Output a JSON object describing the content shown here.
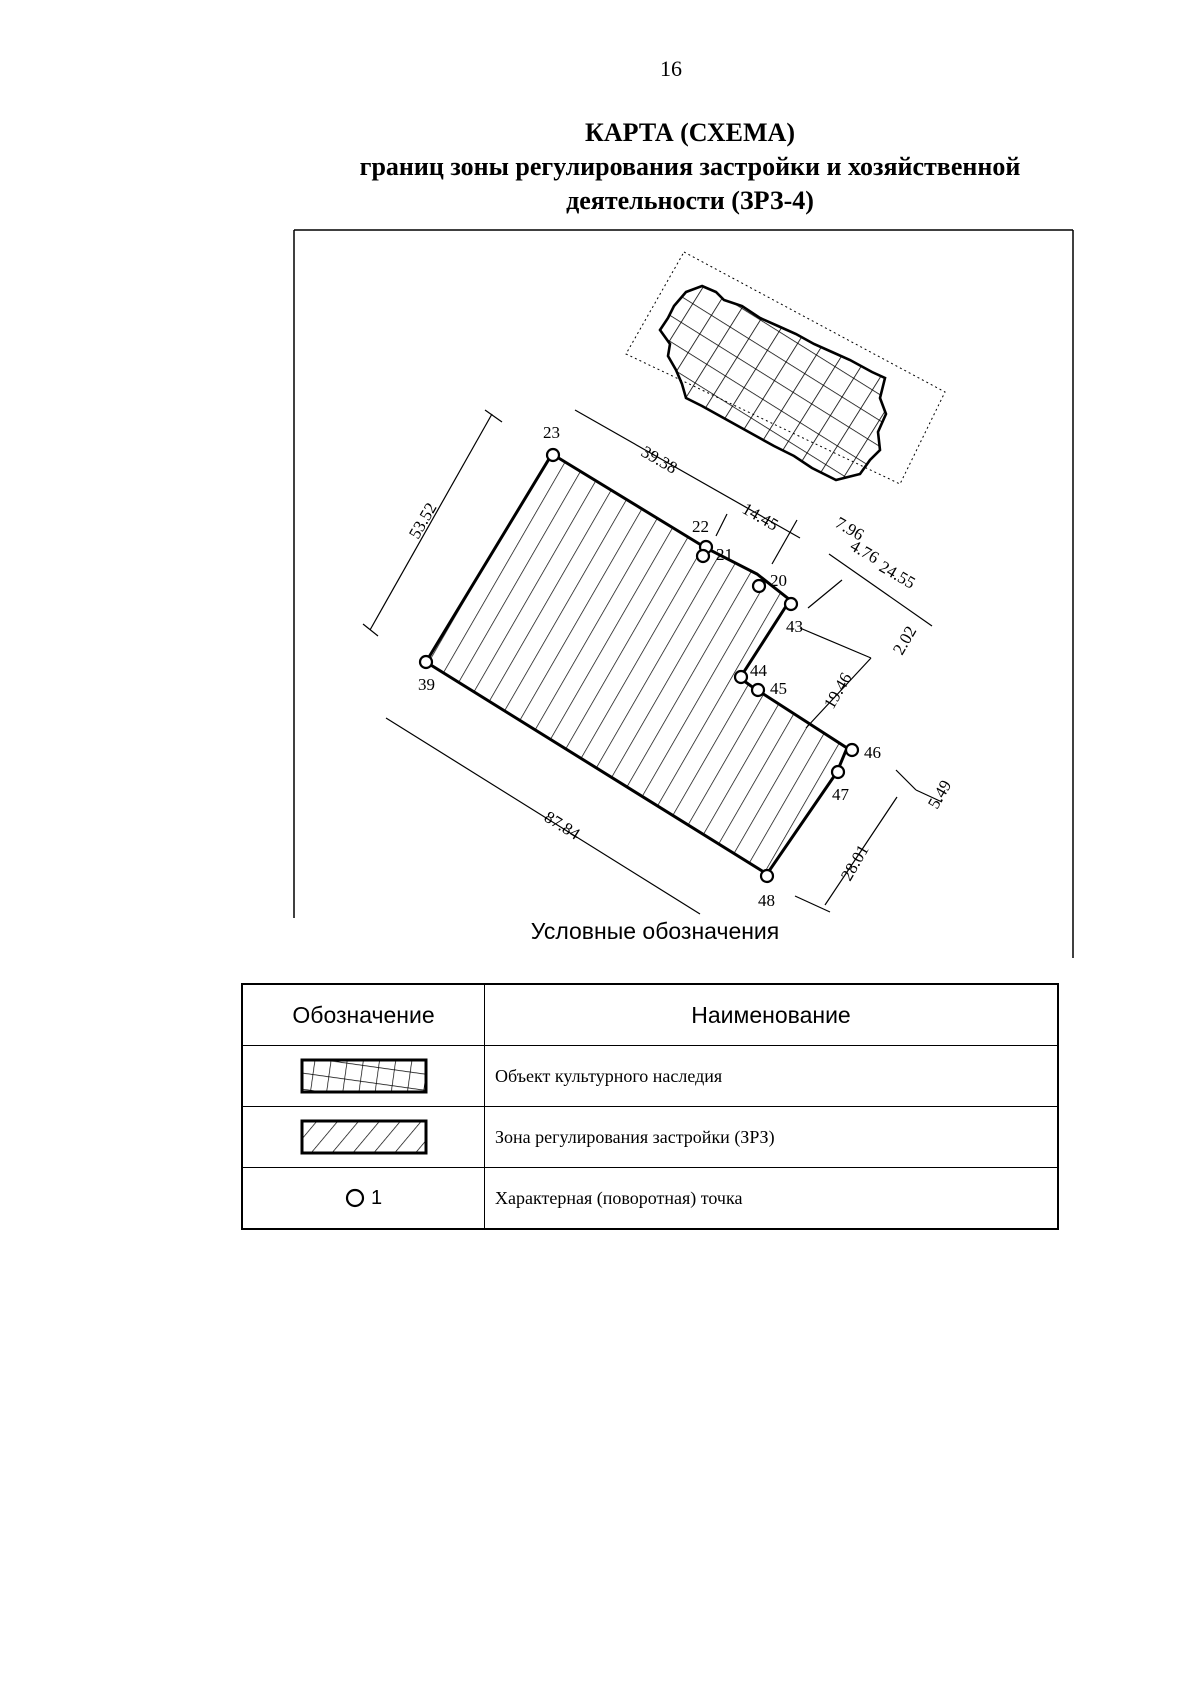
{
  "page_number": "16",
  "title": {
    "line1": "КАРТА (СХЕМА)",
    "line2": "границ зоны регулирования застройки и хозяйственной",
    "line3": "деятельности (ЗРЗ-4)"
  },
  "map": {
    "points": [
      "23",
      "22",
      "21",
      "20",
      "43",
      "44",
      "45",
      "46",
      "47",
      "48",
      "39"
    ],
    "dimensions": [
      "39.38",
      "14.45",
      "7.96",
      "4.76",
      "24.55",
      "2.02",
      "19.46",
      "5.49",
      "28.01",
      "87.84",
      "53.52"
    ]
  },
  "legend": {
    "caption": "Условные обозначения",
    "header_symbol": "Обозначение",
    "header_name": "Наименование",
    "rows": [
      {
        "name": "Объект культурного наследия"
      },
      {
        "name": "Зона регулирования застройки (ЗРЗ)"
      },
      {
        "name": "Характерная (поворотная) точка",
        "symbol_text": "1"
      }
    ]
  }
}
